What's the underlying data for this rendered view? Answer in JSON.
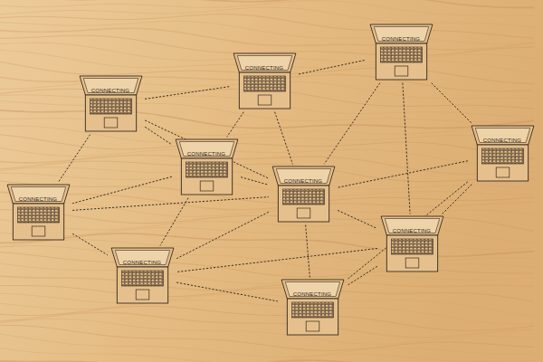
{
  "diagram": {
    "nodes": [
      {
        "text": [
          "CONNECTING"
        ]
      },
      {
        "text": [
          "CONNECTING"
        ]
      },
      {
        "text": [
          "CONNECTING"
        ]
      },
      {
        "text": [
          "CONNECTING"
        ]
      },
      {
        "text": [
          "CONNECTING"
        ]
      },
      {
        "text": [
          "CONNECTING"
        ]
      },
      {
        "text": [
          "CONNECTING"
        ]
      },
      {
        "text": [
          "CONNECTING"
        ]
      },
      {
        "text": [
          "CONNECTING"
        ]
      },
      {
        "text": [
          "CONNECTING"
        ]
      }
    ],
    "edges": [
      {
        "from": 2,
        "to": 1,
        "arrow": "none"
      },
      {
        "from": 1,
        "to": 0,
        "arrow": "none"
      },
      {
        "from": 2,
        "to": 4,
        "arrow": "none"
      },
      {
        "from": 2,
        "to": 5,
        "arrow": "none"
      },
      {
        "from": 2,
        "to": 6,
        "arrow": "none"
      },
      {
        "from": 1,
        "to": 4,
        "arrow": "none"
      },
      {
        "from": 1,
        "to": 5,
        "arrow": "none"
      },
      {
        "from": 0,
        "to": 5,
        "arrow": "none"
      },
      {
        "from": 0,
        "to": 3,
        "arrow": "none"
      },
      {
        "from": 0,
        "to": 7,
        "arrow": "none"
      },
      {
        "from": 3,
        "to": 5,
        "arrow": "none"
      },
      {
        "from": 3,
        "to": 7,
        "arrow": "none"
      },
      {
        "from": 3,
        "to": 9,
        "arrow": "none"
      },
      {
        "from": 4,
        "to": 6,
        "arrow": "none"
      },
      {
        "from": 4,
        "to": 8,
        "arrow": "none"
      },
      {
        "from": 4,
        "to": 5,
        "arrow": "none"
      },
      {
        "from": 5,
        "to": 8,
        "arrow": "none"
      },
      {
        "from": 5,
        "to": 9,
        "arrow": "none"
      },
      {
        "from": 5,
        "to": 7,
        "arrow": "none"
      },
      {
        "from": 6,
        "to": 8,
        "arrow": "none"
      },
      {
        "from": 7,
        "to": 9,
        "arrow": "none"
      },
      {
        "from": 7,
        "to": 8,
        "arrow": "none"
      },
      {
        "from": 8,
        "to": 9,
        "arrow": "none"
      },
      {
        "from": 6,
        "to": 5,
        "arrow": "none"
      }
    ]
  }
}
